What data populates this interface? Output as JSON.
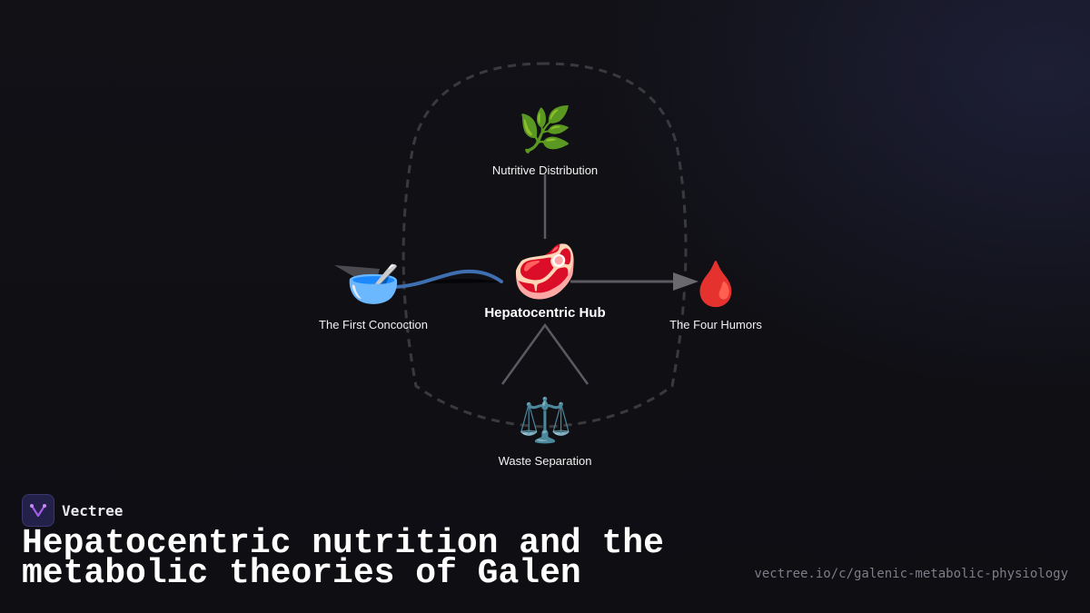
{
  "diagram": {
    "hub": {
      "label": "Hepatocentric Hub",
      "icon": "🥩",
      "icon_name": "meat-icon"
    },
    "top": {
      "label": "Nutritive Distribution",
      "icon": "🌿",
      "icon_name": "herb-icon"
    },
    "left": {
      "label": "The First Concoction",
      "icon": "🥣",
      "icon_name": "bowl-icon"
    },
    "right": {
      "label": "The Four Humors",
      "icon": "🩸",
      "icon_name": "blood-drop-icon"
    },
    "bottom": {
      "label": "Waste Separation",
      "icon": "⚖️",
      "icon_name": "scales-icon"
    }
  },
  "brand": {
    "name": "Vectree"
  },
  "title": "Hepatocentric nutrition and the metabolic theories of Galen",
  "url": "vectree.io/c/galenic-metabolic-physiology",
  "colors": {
    "background": "#0f0f14",
    "outline": "#3a3a3e",
    "connector": "#5a5a60",
    "curve": "#3f6fb0",
    "arrow": "#6a6a6e"
  }
}
